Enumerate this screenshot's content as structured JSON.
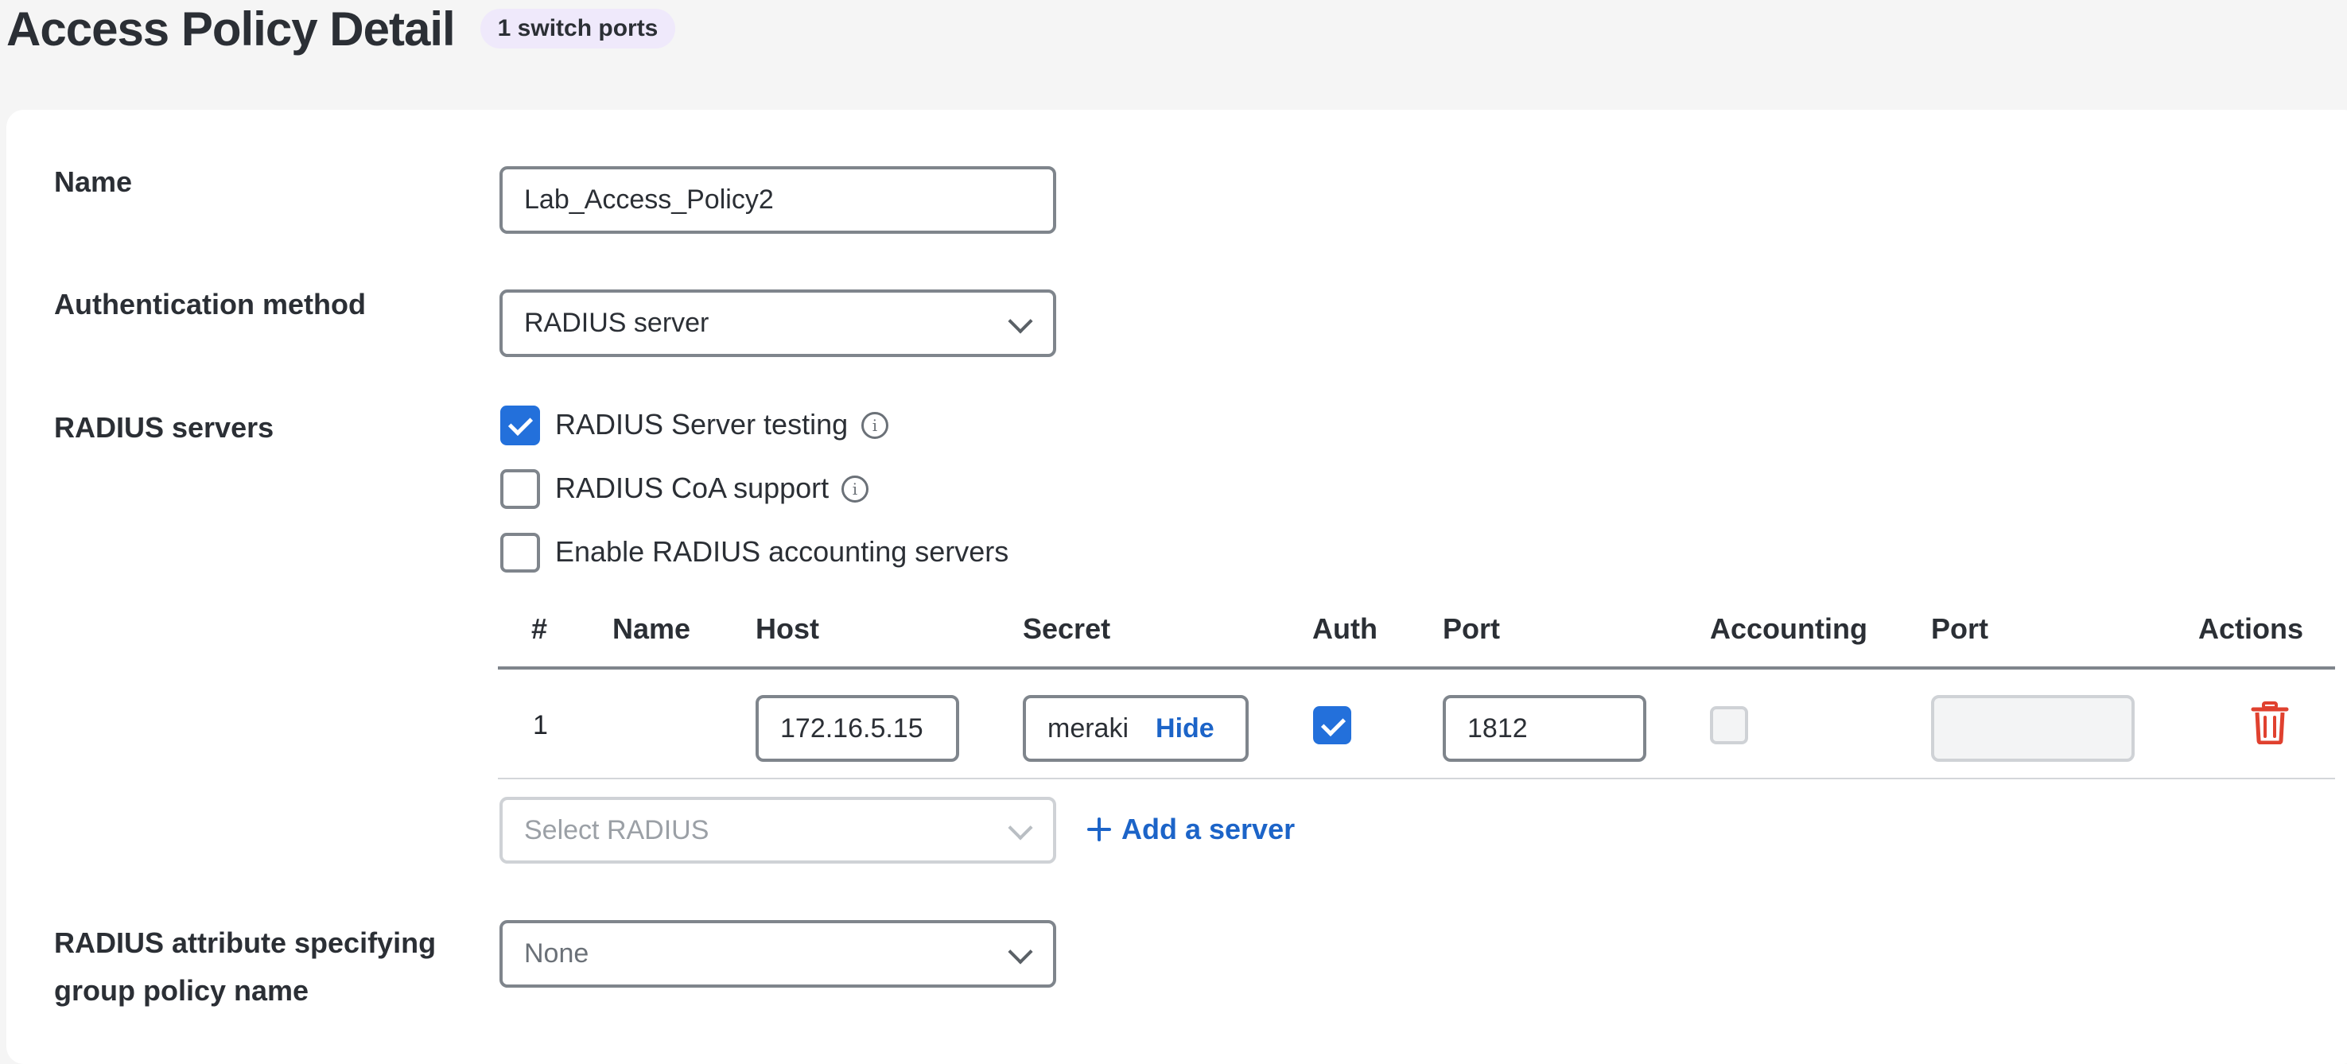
{
  "header": {
    "title": "Access Policy Detail",
    "badge": "1 switch ports"
  },
  "form": {
    "name_label": "Name",
    "name_value": "Lab_Access_Policy2",
    "auth_label": "Authentication method",
    "auth_value": "RADIUS server",
    "radius_label": "RADIUS servers",
    "options": {
      "testing": {
        "label": "RADIUS Server testing",
        "checked": true
      },
      "coa": {
        "label": "RADIUS CoA support",
        "checked": false
      },
      "accounting": {
        "label": "Enable RADIUS accounting servers",
        "checked": false
      }
    },
    "group_label_line1": "RADIUS attribute specifying",
    "group_label_line2": "group policy name",
    "group_value": "None"
  },
  "table": {
    "headers": [
      "#",
      "Name",
      "Host",
      "Secret",
      "Auth",
      "Port",
      "Accounting",
      "Port",
      "Actions"
    ],
    "rows": [
      {
        "index": "1",
        "name": "",
        "host": "172.16.5.15",
        "secret": "meraki",
        "secret_toggle": "Hide",
        "auth": true,
        "port": "1812",
        "accounting": false,
        "acct_port": ""
      }
    ]
  },
  "add_server": {
    "select_placeholder": "Select RADIUS",
    "add_label": "Add a server"
  },
  "colors": {
    "accent": "#2370db",
    "link": "#1c64c8",
    "danger": "#e0412f",
    "badge_bg": "#efe9fb"
  },
  "icons": [
    "info-icon",
    "checkmark-icon",
    "chevron-down-icon",
    "plus-icon",
    "trash-icon"
  ]
}
